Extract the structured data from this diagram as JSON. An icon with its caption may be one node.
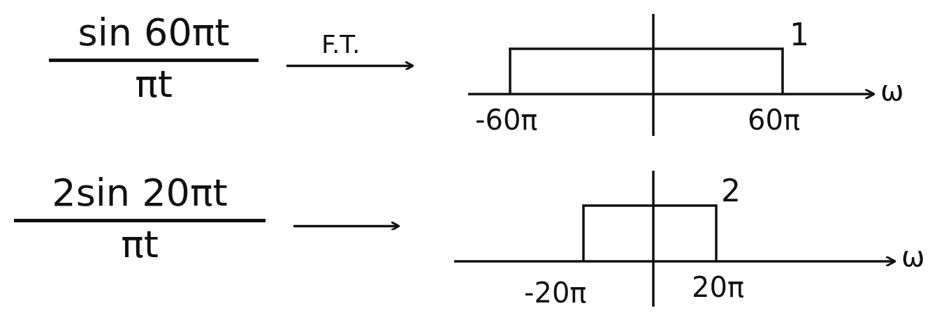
{
  "diagram": {
    "nodes": [
      {
        "text": [
          "sin 60πt",
          "πt"
        ]
      },
      {
        "text": [
          "1",
          "ω",
          "-60π",
          "60π"
        ]
      },
      {
        "text": [
          "2sin 20πt",
          "πt"
        ]
      },
      {
        "text": [
          "2",
          "ω",
          "-20π",
          "20π"
        ]
      }
    ],
    "edges": [
      {
        "from": 0,
        "to": 1,
        "arrow": "to",
        "label": "F.T."
      },
      {
        "from": 2,
        "to": 3,
        "arrow": "to"
      }
    ]
  }
}
